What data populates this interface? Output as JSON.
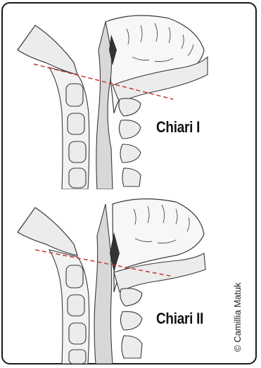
{
  "labels": {
    "top": "Chiari I",
    "bottom": "Chiari II"
  },
  "credit": "© Camillia Matuk",
  "colors": {
    "border": "#1a1a1a",
    "dashed_line": "#c8372e",
    "ink": "#3a3a3a",
    "bone_fill": "#ececec",
    "spinal_cord": "#d8d8d8"
  }
}
